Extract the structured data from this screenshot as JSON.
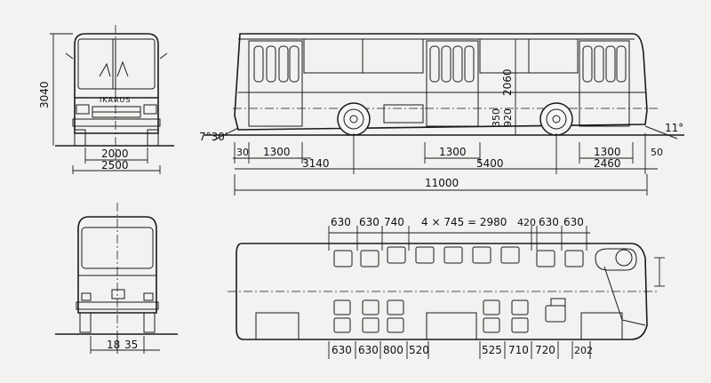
{
  "front_view": {
    "height": "3040",
    "track": "2000",
    "width": "2500",
    "badge": "IKARUS"
  },
  "side_view": {
    "angle_front": "7°30'",
    "angle_rear": "11°",
    "interior_height": "2060",
    "floor_height": "920",
    "step_height": "350",
    "overhang_front_small": "30",
    "door_front": "1300",
    "door_mid": "1300",
    "door_rear": "1300",
    "front_overhang": "3140",
    "wheelbase": "5400",
    "rear_overhang": "2460",
    "rear_small": "50",
    "total_length": "11000"
  },
  "rear_view": {
    "dim_left": "18",
    "dim_right": "35"
  },
  "plan_view": {
    "top_dims": [
      "630",
      "630",
      "740",
      "4 × 745 = 2980",
      "420",
      "630",
      "630"
    ],
    "bottom_dims": [
      "630",
      "630",
      "800",
      "520",
      "525",
      "710",
      "720",
      "202"
    ]
  }
}
